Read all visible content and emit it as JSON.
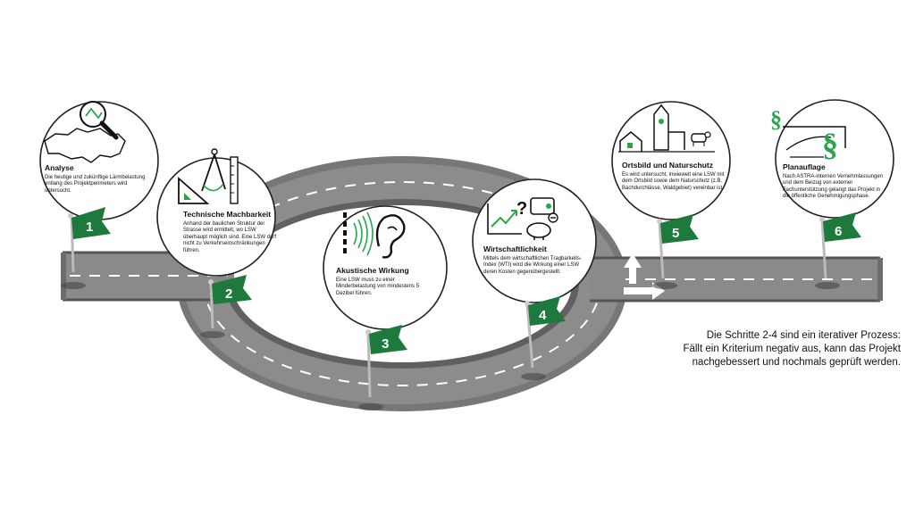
{
  "steps": [
    {
      "number": "1",
      "title": "Analyse",
      "text": "Die heutige und zukünftige Lärmbelastung entlang des Projektperimeters wird untersucht."
    },
    {
      "number": "2",
      "title": "Technische Machbarkeit",
      "text": "Anhand der baulichen Struktur der Strasse wird ermittelt, wo LSW überhaupt möglich sind. Eine LSW darf nicht zu Verkehrseinschränkungen führen."
    },
    {
      "number": "3",
      "title": "Akustische Wirkung",
      "text": "Eine LSW muss zu einer Minderbelastung von mindestens 5 Dezibel führen."
    },
    {
      "number": "4",
      "title": "Wirtschaftlichkeit",
      "text": "Mittels dem wirtschaftlichen Tragbarkeits-Index (WTI) wird die Wirkung einer LSW deren Kosten gegenübergestellt."
    },
    {
      "number": "5",
      "title": "Ortsbild und Naturschutz",
      "text": "Es wird untersucht, inwieweit eine LSW mit dem Ortsbild sowie dem Naturschutz (z.B. Bachdurchlässe, Waldgebiet) vereinbar ist."
    },
    {
      "number": "6",
      "title": "Planauflage",
      "text": "Nach ASTRA-internen Vernehmlassungen und dem Beizug von externer Fachunterstützung gelangt das Projekt in die öffentliche Genehmigungsphase."
    }
  ],
  "note": {
    "line1": "Die Schritte 2-4 sind ein iterativer Prozess:",
    "line2": "Fällt ein Kriterium negativ aus, kann das Projekt",
    "line3": "nachgebessert und nochmals geprüft werden."
  },
  "colors": {
    "flag": "#1e7a3c",
    "icon": "#2aa54a",
    "road": "#8a8a8a",
    "road_edge": "#555555",
    "circle": "#222222"
  },
  "icons": [
    "magnifier-icon",
    "swiss-map-icon",
    "compass-icon",
    "ruler-icon",
    "set-square-icon",
    "ear-icon",
    "sound-waves-icon",
    "noise-wall-icon",
    "chart-arrow-icon",
    "question-icon",
    "wallet-icon",
    "piggy-bank-icon",
    "church-icon",
    "house-icon",
    "cow-icon",
    "paragraph-icon",
    "document-icon"
  ]
}
